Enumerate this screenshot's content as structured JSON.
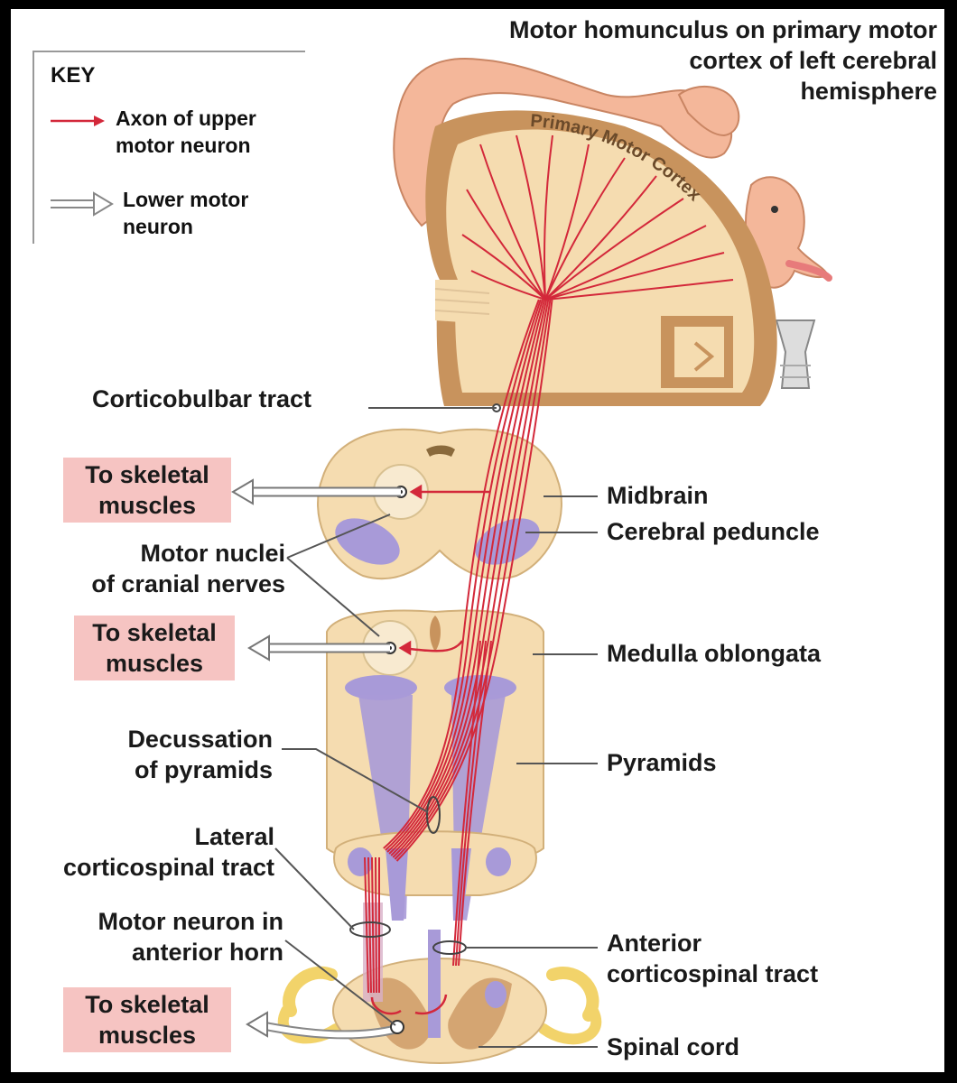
{
  "title": [
    "Motor homunculus on primary motor",
    "cortex of left cerebral",
    "hemisphere"
  ],
  "cortex_label": "Primary Motor Cortex",
  "key": {
    "title": "KEY",
    "upper_motor_neuron": [
      "Axon of upper",
      "motor neuron"
    ],
    "lower_motor_neuron": [
      "Lower motor",
      "neuron"
    ]
  },
  "labels": {
    "corticobulbar_tract": "Corticobulbar tract",
    "midbrain": "Midbrain",
    "cerebral_peduncle": "Cerebral peduncle",
    "motor_nuclei": [
      "Motor nuclei",
      "of cranial nerves"
    ],
    "medulla_oblongata": "Medulla oblongata",
    "decussation": [
      "Decussation",
      "of pyramids"
    ],
    "pyramids": "Pyramids",
    "lateral_corticospinal": [
      "Lateral",
      "corticospinal tract"
    ],
    "anterior_corticospinal": [
      "Anterior",
      "corticospinal tract"
    ],
    "motor_neuron_anterior_horn": [
      "Motor neuron in",
      "anterior horn"
    ],
    "spinal_cord": "Spinal cord"
  },
  "muscle_boxes": [
    [
      "To skeletal",
      "muscles"
    ],
    [
      "To skeletal",
      "muscles"
    ],
    [
      "To skeletal",
      "muscles"
    ]
  ],
  "colors": {
    "axon": "#d3283a",
    "tissue": "#f5dcb0",
    "cortex_gray": "#c8935d",
    "tract": "#a89ad8",
    "label_box": "#f6c4c2",
    "nerve": "#f2d36a"
  }
}
